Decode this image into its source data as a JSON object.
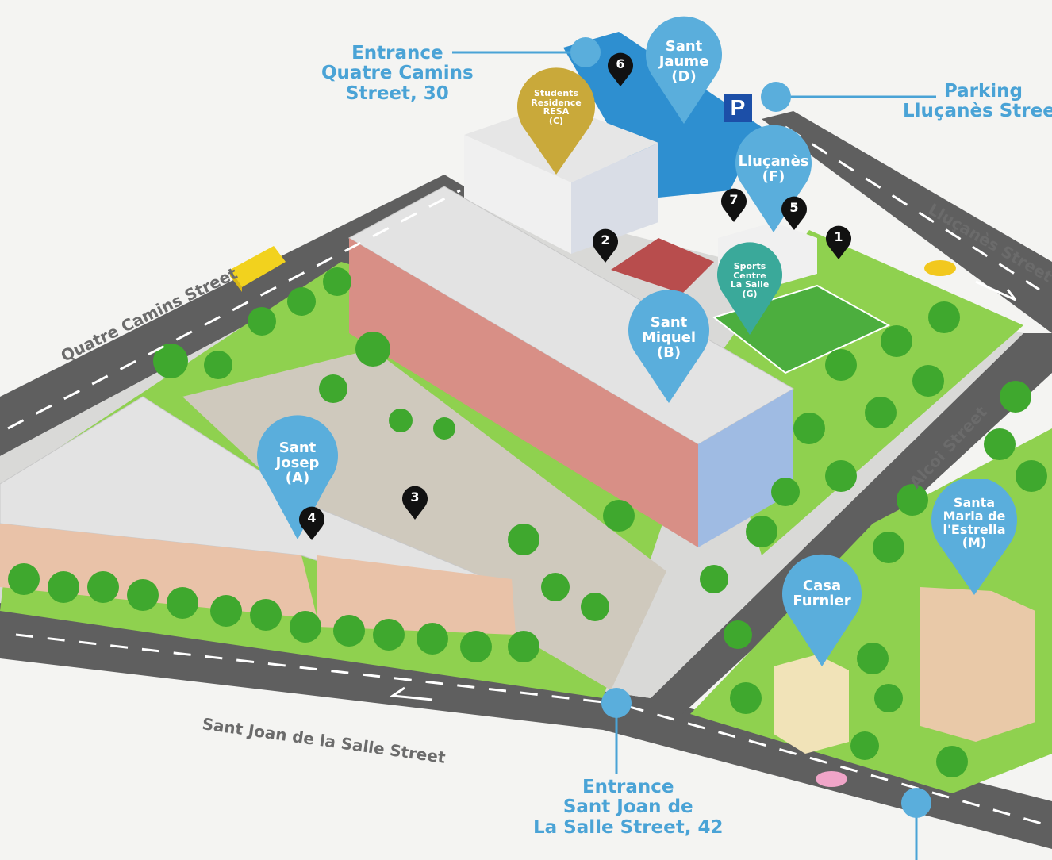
{
  "labels": {
    "entrance_quatre": [
      "Entrance",
      "Quatre Camins",
      "Street, 30"
    ],
    "parking": [
      "Parking",
      "Lluçanès Street"
    ],
    "entrance_sant_joan": [
      "Entrance",
      "Sant Joan de",
      "La Salle Street, 42"
    ]
  },
  "streets": {
    "quatre_camins": "Quatre Camins Street",
    "llucanes": "Lluçanès Street",
    "alcoi": "Alcoi Street",
    "sant_joan": "Sant Joan de la Salle Street"
  },
  "buildings": {
    "sant_jaume": [
      "Sant",
      "Jaume",
      "(D)"
    ],
    "resa": [
      "Students",
      "Residence",
      "RESA",
      "(C)"
    ],
    "llucanes": [
      "Lluçanès",
      "(F)"
    ],
    "sports": [
      "Sports",
      "Centre",
      "La Salle",
      "(G)"
    ],
    "sant_miquel": [
      "Sant",
      "Miquel",
      "(B)"
    ],
    "sant_josep": [
      "Sant",
      "Josep",
      "(A)"
    ],
    "casa_furnier": [
      "Casa",
      "Furnier"
    ],
    "santa_maria": [
      "Santa",
      "Maria de",
      "l'Estrella",
      "(M)"
    ]
  },
  "markers": [
    "1",
    "2",
    "3",
    "4",
    "5",
    "6",
    "7"
  ],
  "parking_sign": "P",
  "colors": {
    "pin_blue": "#5aaedc",
    "pin_gold": "#c9a93a",
    "pin_teal": "#3aa99a",
    "marker_black": "#111111",
    "road": "#5f5f5f",
    "grass": "#8fd14f",
    "label_blue": "#4aa3d6"
  }
}
